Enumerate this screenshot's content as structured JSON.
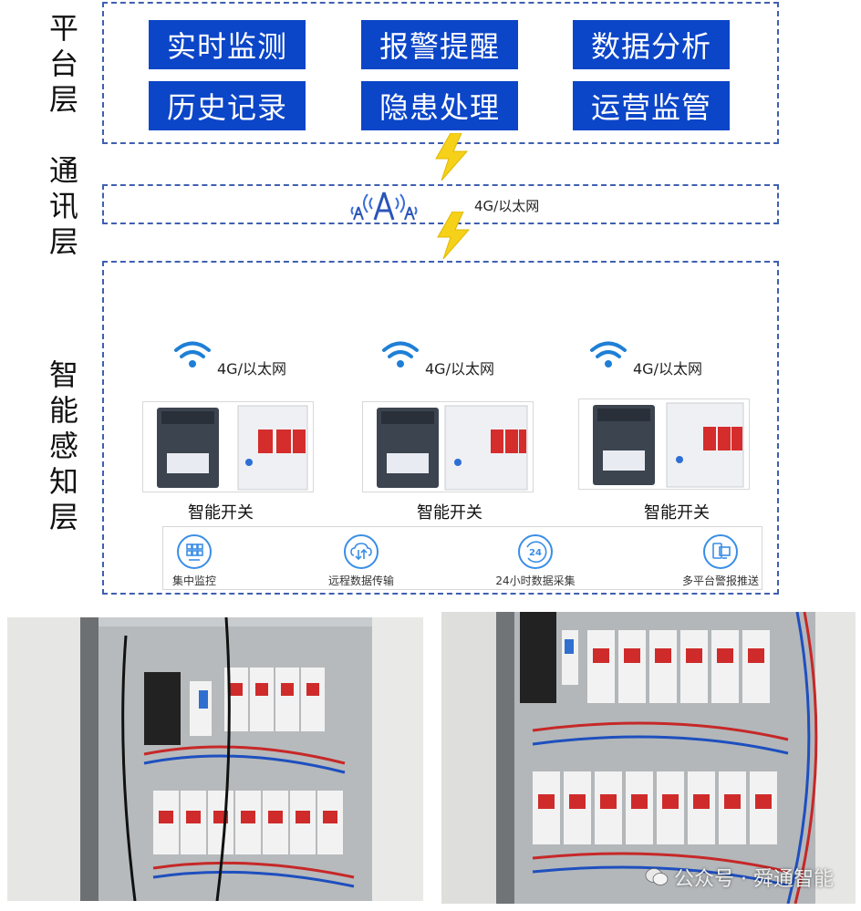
{
  "layers": {
    "platform": "平台层",
    "communication": "通讯层",
    "perception": "智能感知层"
  },
  "platform_functions": [
    "实时监测",
    "报警提醒",
    "数据分析",
    "历史记录",
    "隐患处理",
    "运营监管"
  ],
  "communication": {
    "network_label": "4G/以太网"
  },
  "devices": [
    {
      "network_label": "4G/以太网",
      "caption": "智能开关"
    },
    {
      "network_label": "4G/以太网",
      "caption": "智能开关"
    },
    {
      "network_label": "4G/以太网",
      "caption": "智能开关"
    }
  ],
  "features": [
    "集中监控",
    "远程数据传输",
    "24小时数据采集",
    "多平台警报推送"
  ],
  "feature_badge_text": "24",
  "watermark": {
    "text": "公众号 · 舜通智能"
  },
  "colors": {
    "button_blue": "#0b45c8",
    "dash_border": "#3f5fb0",
    "bolt_yellow": "#f6d11a",
    "wifi_blue": "#1f7fd6"
  }
}
